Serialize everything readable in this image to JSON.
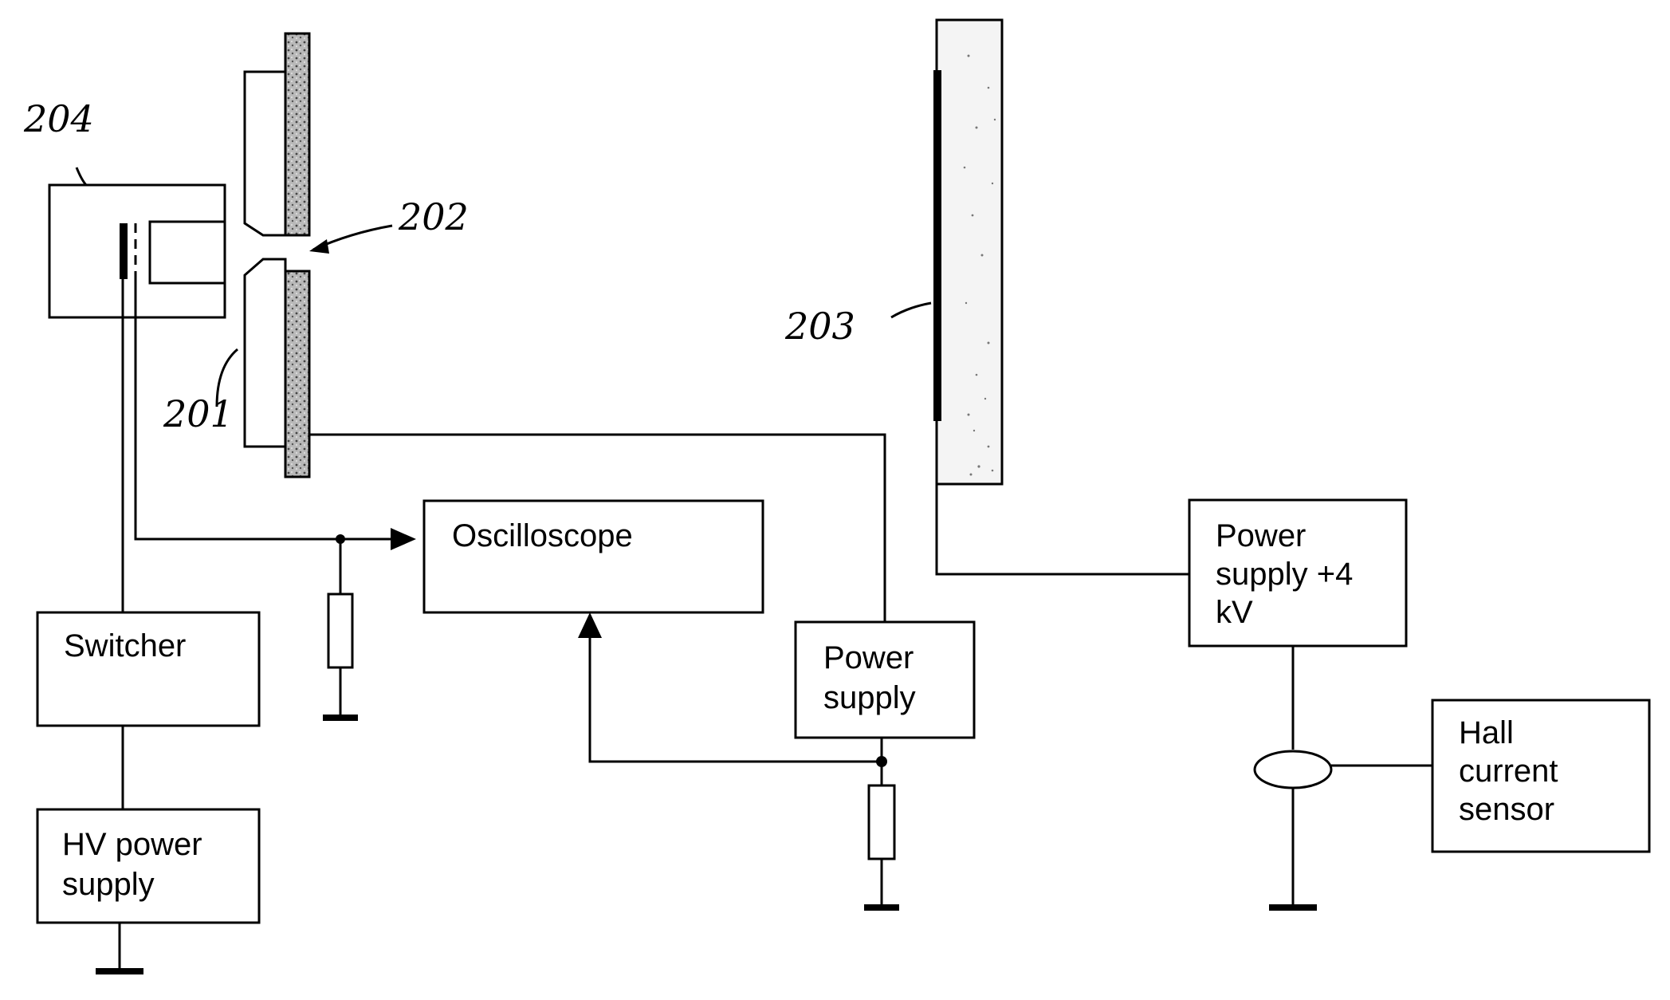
{
  "labels": {
    "ref_204": "204",
    "ref_202": "202",
    "ref_201": "201",
    "ref_203": "203",
    "oscilloscope": "Oscilloscope",
    "switcher": "Switcher",
    "hv_line1": "HV power",
    "hv_line2": "supply",
    "ps_line1": "Power",
    "ps_line2": "supply",
    "ps4_line1": "Power",
    "ps4_line2": "supply +4",
    "ps4_line3": "kV",
    "hall_line1": "Hall",
    "hall_line2": "current",
    "hall_line3": "sensor"
  }
}
